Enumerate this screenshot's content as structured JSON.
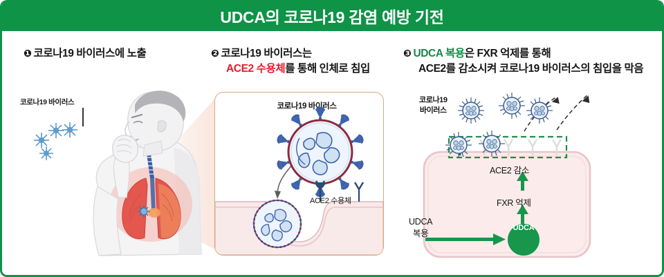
{
  "header": {
    "title": "UDCA의 코로나19 감염 예방 기전",
    "bar_color": "#0e9347"
  },
  "steps": [
    {
      "number": "❶",
      "line1": "코로나19 바이러스에 노출",
      "line2": ""
    },
    {
      "number": "❷",
      "line1": "코로나19 바이러스는",
      "line2_red": "ACE2 수용체",
      "line2_rest": "를 통해 인체로 침입"
    },
    {
      "number": "❸",
      "line1_green": "UDCA 복용",
      "line1_rest": "은 FXR 억제를 통해",
      "line2": "ACE2를 감소시켜 코로나19 바이러스의 침입을 막음"
    }
  ],
  "panel1": {
    "virus_label": "코로나19 바이러스",
    "virus_color": "#4d8fc4",
    "lung_color": "#e0514f"
  },
  "panel2": {
    "title": "코로나19 바이러스",
    "receptor_label": "ACE2 수용체",
    "border_color": "#d9a882",
    "membrane_color": "#f0cdcd",
    "virus_ring_color": "#8c2b3e",
    "spike_color": "#3e62ab"
  },
  "panel3": {
    "virus_label_line1": "코로나19",
    "virus_label_line2": "바이러스",
    "ace2_decrease": "ACE2 감소",
    "fxr_inhibition": "FXR 억제",
    "udca_dose_line1": "UDCA",
    "udca_dose_line2": "복용",
    "udca_circle": "UDCA",
    "cell_fill": "#fbebeb",
    "cell_border": "#e8c4c8",
    "accent_green": "#17964c",
    "dashed_box_color": "#1f8f45",
    "active_receptor_color": "#204a87",
    "faded_receptor_color": "#dcdcdc"
  }
}
